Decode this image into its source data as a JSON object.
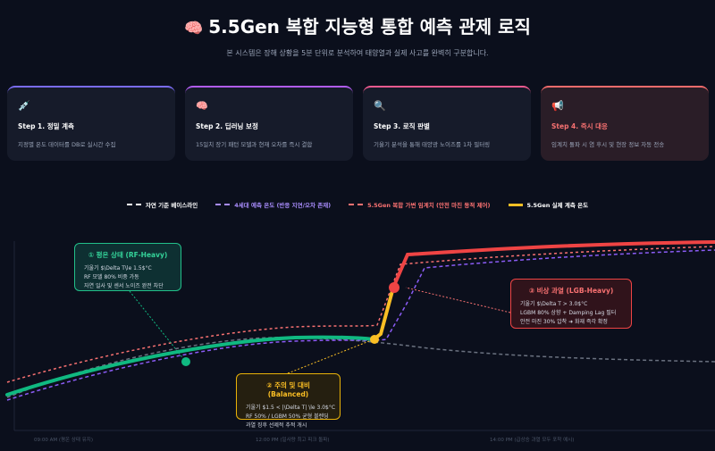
{
  "header": {
    "title_icon": "🧠",
    "title": "5.5Gen 복합 지능형 통합 예측 관제 로직",
    "subtitle": "본 시스템은 장해 상황을 5분 단위로 분석하여 태양열과 실제 사고를 완벽히 구분합니다."
  },
  "steps": [
    {
      "icon": "💉",
      "title": "Step 1. 정밀 계측",
      "desc": "지정별 온도 데이터를 DB로 실시간 수집",
      "accent": "#7a6cf2"
    },
    {
      "icon": "🧠",
      "title": "Step 2. 딥러닝 보정",
      "desc": "15일치 장기 패턴 모델과 현재 오차를 즉시 결합",
      "accent": "#b15cf0"
    },
    {
      "icon": "🔍",
      "title": "Step 3. 로직 판별",
      "desc": "기울기 분석을 통해 태양광 노이즈를 1차 필터링",
      "accent": "#ee5a8f"
    },
    {
      "icon": "📢",
      "title": "Step 4. 즉시 대응",
      "desc": "임계치 돌파 시 염 후시 및 현장 정보 자동 전송",
      "accent": "#f36b6b"
    }
  ],
  "legend": [
    {
      "label": "자연 기준 베이스라인",
      "color": "#ffffff",
      "style": "dashed"
    },
    {
      "label": "4세대 예측 온도 (반응 지연/오차 존재)",
      "color": "#a78bfa",
      "style": "dashed"
    },
    {
      "label": "5.5Gen 복합 가변 임계치 (안전 마진 동적 제어)",
      "color": "#f87171",
      "style": "dashed"
    },
    {
      "label": "5.5Gen 실제 계측 온도",
      "color": "#fbbf24",
      "style": "solid"
    }
  ],
  "annotations": {
    "normal": {
      "title": "① 평온 상태 (RF-Heavy)",
      "lines": [
        "기울기 $\\Delta T\\le 1.5$°C",
        "RF 모델 80% 비중 가동",
        "자연 일사 및 센서 노이즈 완전 차단"
      ]
    },
    "caution": {
      "title": "② 주의 및 대비 (Balanced)",
      "lines": [
        "기울기 $1.5 < |\\Delta T| \\le 3.0$°C",
        "RF 50% / LGBM 50% 균형 블렌딩",
        "과열 징후 선제적 추적 개시"
      ]
    },
    "alarm": {
      "title": "③ 비상 과열 (LGB-Heavy)",
      "lines": [
        "기울기 $\\Delta T > 3.0$°C",
        "LGBM 80% 상향 + Damping Lag 필터",
        "안전 마진 30% 압착 ➜ 화재 즉각 확정"
      ]
    }
  },
  "x_axis": {
    "labels": [
      "09:00 AM (평온 상태 유지)",
      "12:00 PM (일사량 최고 피크 돌파)",
      "14:00 PM (급상승 과열 모두 포착 예시)"
    ]
  },
  "colors": {
    "background": "#0b0f1c",
    "measured": "#10b981",
    "caution": "#fbbf24",
    "alarm": "#ef4444",
    "prediction4g": "#8b5cf6",
    "threshold": "#f87171",
    "baseline": "#6b7280"
  }
}
